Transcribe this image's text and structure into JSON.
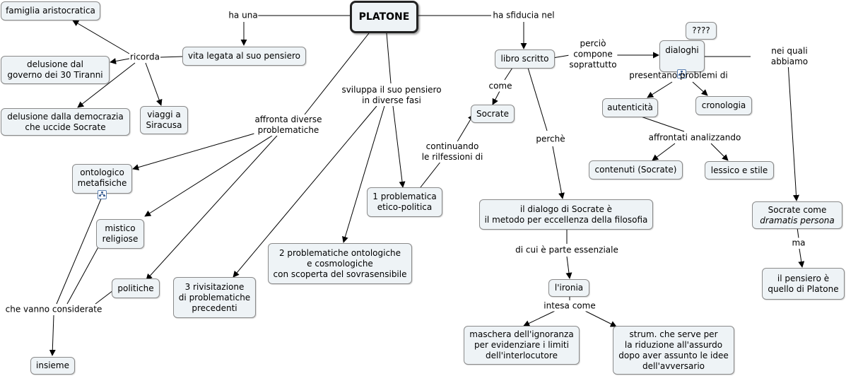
{
  "nodes": {
    "platone": "PLATONE",
    "famiglia": "famiglia aristocratica",
    "vita": "vita legata al suo pensiero",
    "delusione_tiranni": "delusione dal\ngoverno dei 30 Tiranni",
    "delusione_democrazia": "delusione dalla democrazia\nche uccide Socrate",
    "viaggi": "viaggi a\nSiracusa",
    "ontologico": "ontologico\nmetafisiche",
    "mistico": "mistico\nreligiose",
    "politiche": "politiche",
    "insieme": "insieme",
    "rivisitazione": "3 rivisitazione\ndi problematiche\nprecedenti",
    "problematiche_ontologiche": "2 problematiche ontologiche\ne cosmologiche\ncon scoperta del sovrasensibile",
    "etico_politica": "1 problematica\netico-politica",
    "socrate": "Socrate",
    "libro": "libro scritto",
    "dialogo_socrate": "il dialogo di Socrate è\nil metodo per eccellenza della filosofia",
    "ironia": "l'ironia",
    "maschera": "maschera dell'ignoranza\nper evidenziare i limiti\ndell'interlocutore",
    "strum": "strum. che serve per\nla riduzione all'assurdo\ndopo aver assunto le idee\ndell'avversario",
    "dialoghi": "dialoghi",
    "qqqq": "????",
    "autenticita": "autenticità",
    "cronologia": "cronologia",
    "contenuti": "contenuti (Socrate)",
    "lessico": "lessico e stile",
    "socrate_dramatis": "Socrate come",
    "dramatis_persona": "dramatis persona",
    "pensiero": "il pensiero è\nquello di Platone"
  },
  "links": {
    "ha_una": "ha una",
    "ricorda": "ricorda",
    "affronta": "affronta diverse\nproblematiche",
    "sviluppa": "sviluppa il suo pensiero\nin diverse fasi",
    "ha_sfiducia": "ha sfiducia nel",
    "come": "come",
    "continuando": "continuando\nle rilfessioni di",
    "percio": "perciò\ncompone\nsoprattutto",
    "perche": "perchè",
    "presentano": "presentano problemi di",
    "affrontati": "affrontati analizzando",
    "nei_quali": "nei quali abbiamo",
    "di_cui": "di cui è parte essenziale",
    "intesa": "intesa come",
    "ma": "ma",
    "che_vanno": "che vanno considerate"
  },
  "colors": {
    "node_fill": "#eef3f6",
    "node_border": "#8a8a8a",
    "main_border": "#222222",
    "line": "#000000"
  },
  "icons": [
    "submap-icon"
  ]
}
